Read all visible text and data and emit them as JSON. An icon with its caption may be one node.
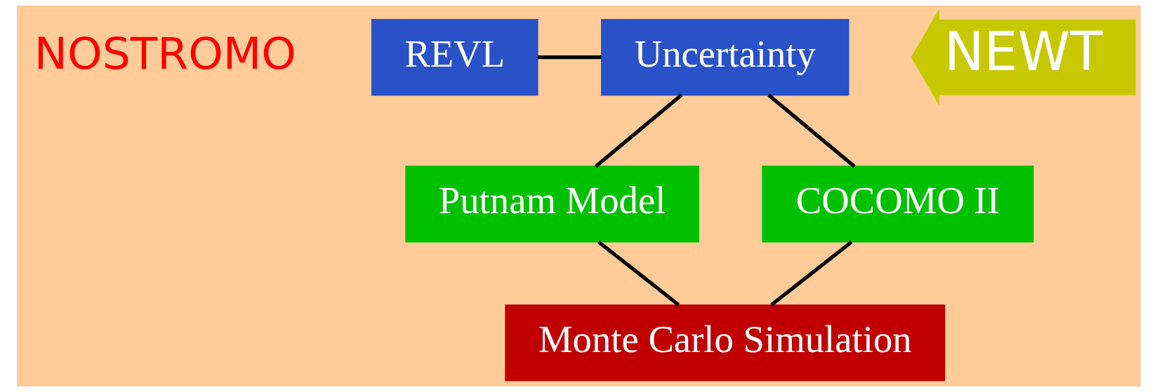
{
  "diagram": {
    "nodes": [
      {
        "text": [
          "NOSTROMO"
        ]
      },
      {
        "text": [
          "REVL"
        ]
      },
      {
        "text": [
          "Uncertainty"
        ]
      },
      {
        "text": [
          "Putnam Model"
        ]
      },
      {
        "text": [
          "COCOMO II"
        ]
      },
      {
        "text": [
          "Monte Carlo Simulation"
        ]
      },
      {
        "text": [
          "NEWT"
        ]
      }
    ],
    "edges": [
      {
        "from": 1,
        "to": 2,
        "arrow": "none"
      },
      {
        "from": 2,
        "to": 3,
        "arrow": "none"
      },
      {
        "from": 2,
        "to": 4,
        "arrow": "none"
      },
      {
        "from": 3,
        "to": 5,
        "arrow": "none"
      },
      {
        "from": 4,
        "to": 5,
        "arrow": "none"
      }
    ]
  }
}
